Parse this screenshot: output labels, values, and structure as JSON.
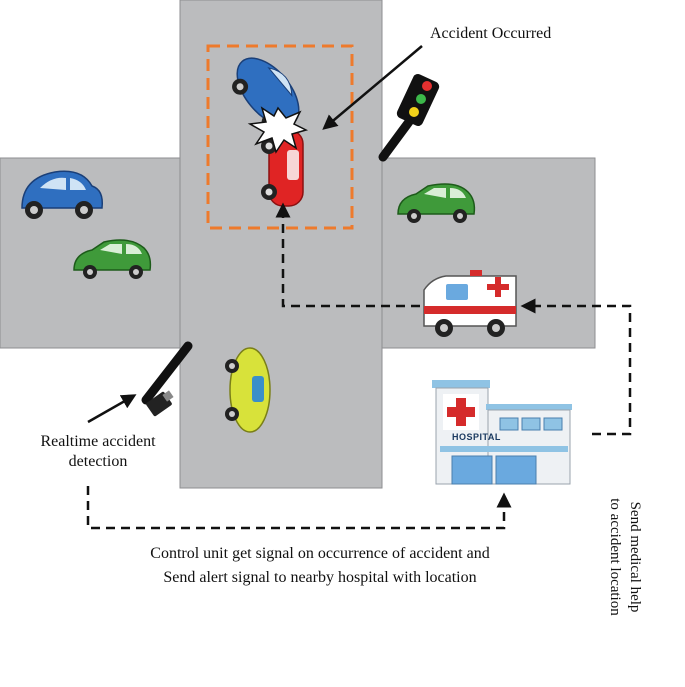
{
  "labels": {
    "accident": "Accident Occurred",
    "detection_line1": "Realtime accident",
    "detection_line2": "detection",
    "control_line1": "Control unit get signal on occurrence of accident and",
    "control_line2": "Send alert signal to nearby hospital with location",
    "send_line1": "Send medical help",
    "send_line2": "to accident location",
    "hospital_sign": "HOSPITAL"
  },
  "colors": {
    "road": "#bbbcbe",
    "road_edge": "#8e8e90",
    "accident_box": "#ee7a2c",
    "blue_car": "#2f6fc0",
    "red_car": "#e02424",
    "green_car": "#3f9a3a",
    "yellow_car": "#d8e23a",
    "hospital_wall": "#eef1f4",
    "hospital_roof": "#8fc3e4"
  },
  "icons": {
    "traffic_light": "traffic-light-icon",
    "camera": "camera-icon",
    "collision": "collision-burst-icon",
    "ambulance": "ambulance-icon",
    "hospital": "hospital-icon"
  }
}
